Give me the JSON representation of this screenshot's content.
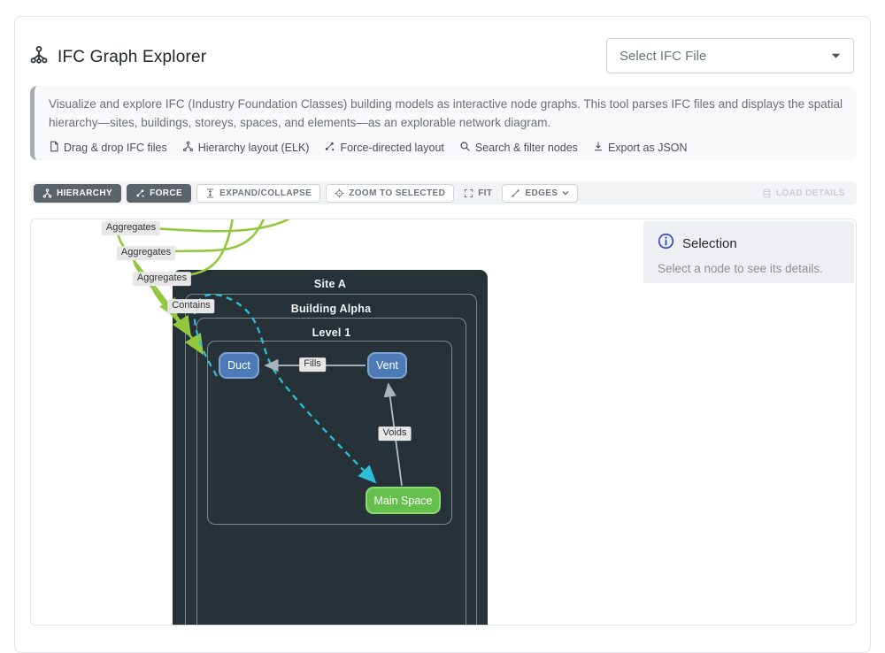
{
  "header": {
    "title": "IFC Graph Explorer",
    "file_select": {
      "placeholder": "Select IFC File"
    }
  },
  "intro": {
    "description": "Visualize and explore IFC (Industry Foundation Classes) building models as interactive node graphs. This tool parses IFC files and displays the spatial hierarchy—sites, buildings, storeys, spaces, and elements—as an explorable network diagram.",
    "features": [
      {
        "icon": "file-icon",
        "label": "Drag & drop IFC files"
      },
      {
        "icon": "hierarchy-icon",
        "label": "Hierarchy layout (ELK)"
      },
      {
        "icon": "force-icon",
        "label": "Force-directed layout"
      },
      {
        "icon": "search-icon",
        "label": "Search & filter nodes"
      },
      {
        "icon": "download-icon",
        "label": "Export as JSON"
      }
    ]
  },
  "toolbar": {
    "hierarchy": "HIERARCHY",
    "force": "FORCE",
    "expand_collapse": "EXPAND/COLLAPSE",
    "zoom_to_selected": "ZOOM TO SELECTED",
    "fit": "FIT",
    "edges": "EDGES",
    "load_details": "LOAD DETAILS"
  },
  "selection_panel": {
    "title": "Selection",
    "empty_text": "Select a node to see its details."
  },
  "graph": {
    "containers": [
      {
        "label": "Site A"
      },
      {
        "label": "Building Alpha"
      },
      {
        "label": "Level 1"
      }
    ],
    "nodes": [
      {
        "label": "Duct",
        "type": "element"
      },
      {
        "label": "Vent",
        "type": "element"
      },
      {
        "label": "Main Space",
        "type": "space"
      }
    ],
    "edges": [
      {
        "label": "Aggregates",
        "type": "aggregates"
      },
      {
        "label": "Aggregates",
        "type": "aggregates"
      },
      {
        "label": "Aggregates",
        "type": "aggregates"
      },
      {
        "label": "Contains",
        "type": "contains"
      },
      {
        "label": "Fills",
        "type": "fills"
      },
      {
        "label": "Voids",
        "type": "voids"
      }
    ],
    "colors": {
      "aggregates_edge": "#92c83e",
      "contains_edge": "#2cbfd8",
      "relation_edge": "#b6bdc4",
      "element_node": "#4d7bb5",
      "space_node": "#65bf4b",
      "container_bg": "#263238"
    }
  }
}
